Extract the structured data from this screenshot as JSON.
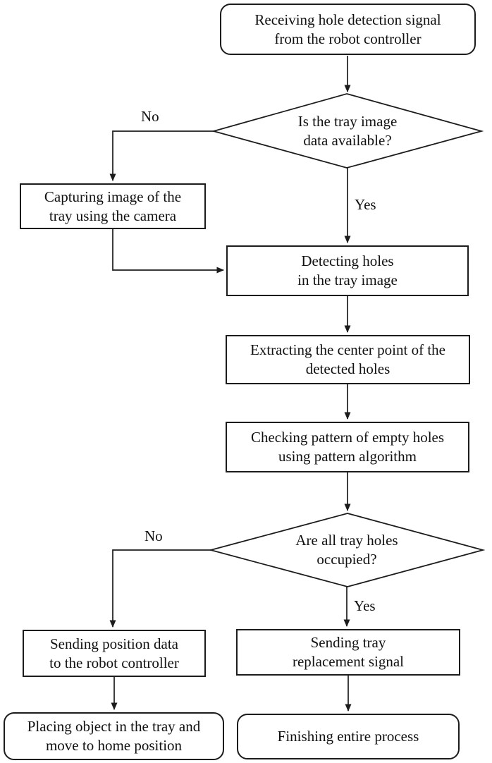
{
  "diagram": {
    "nodes": {
      "start": {
        "label": "Receiving hole detection signal\nfrom the robot controller"
      },
      "decision_tray_image": {
        "label": "Is the tray image\ndata available?"
      },
      "capture_image": {
        "label": "Capturing image of the\ntray using the camera"
      },
      "detect_holes": {
        "label": "Detecting holes\nin the tray image"
      },
      "extract_center": {
        "label": "Extracting the center point of the\ndetected holes"
      },
      "check_pattern": {
        "label": "Checking pattern of empty holes\nusing pattern algorithm"
      },
      "decision_holes_occupied": {
        "label": "Are all tray holes\noccupied?"
      },
      "send_position": {
        "label": "Sending position data\nto the robot controller"
      },
      "send_tray_replacement": {
        "label": "Sending tray\nreplacement signal"
      },
      "place_object": {
        "label": "Placing object in the tray and\nmove to home position"
      },
      "finish": {
        "label": "Finishing entire process"
      }
    },
    "edge_labels": {
      "tray_image_no": "No",
      "tray_image_yes": "Yes",
      "occupied_no": "No",
      "occupied_yes": "Yes"
    },
    "colors": {
      "stroke": "#1c1c1c",
      "background": "#ffffff",
      "text": "#111111"
    }
  }
}
